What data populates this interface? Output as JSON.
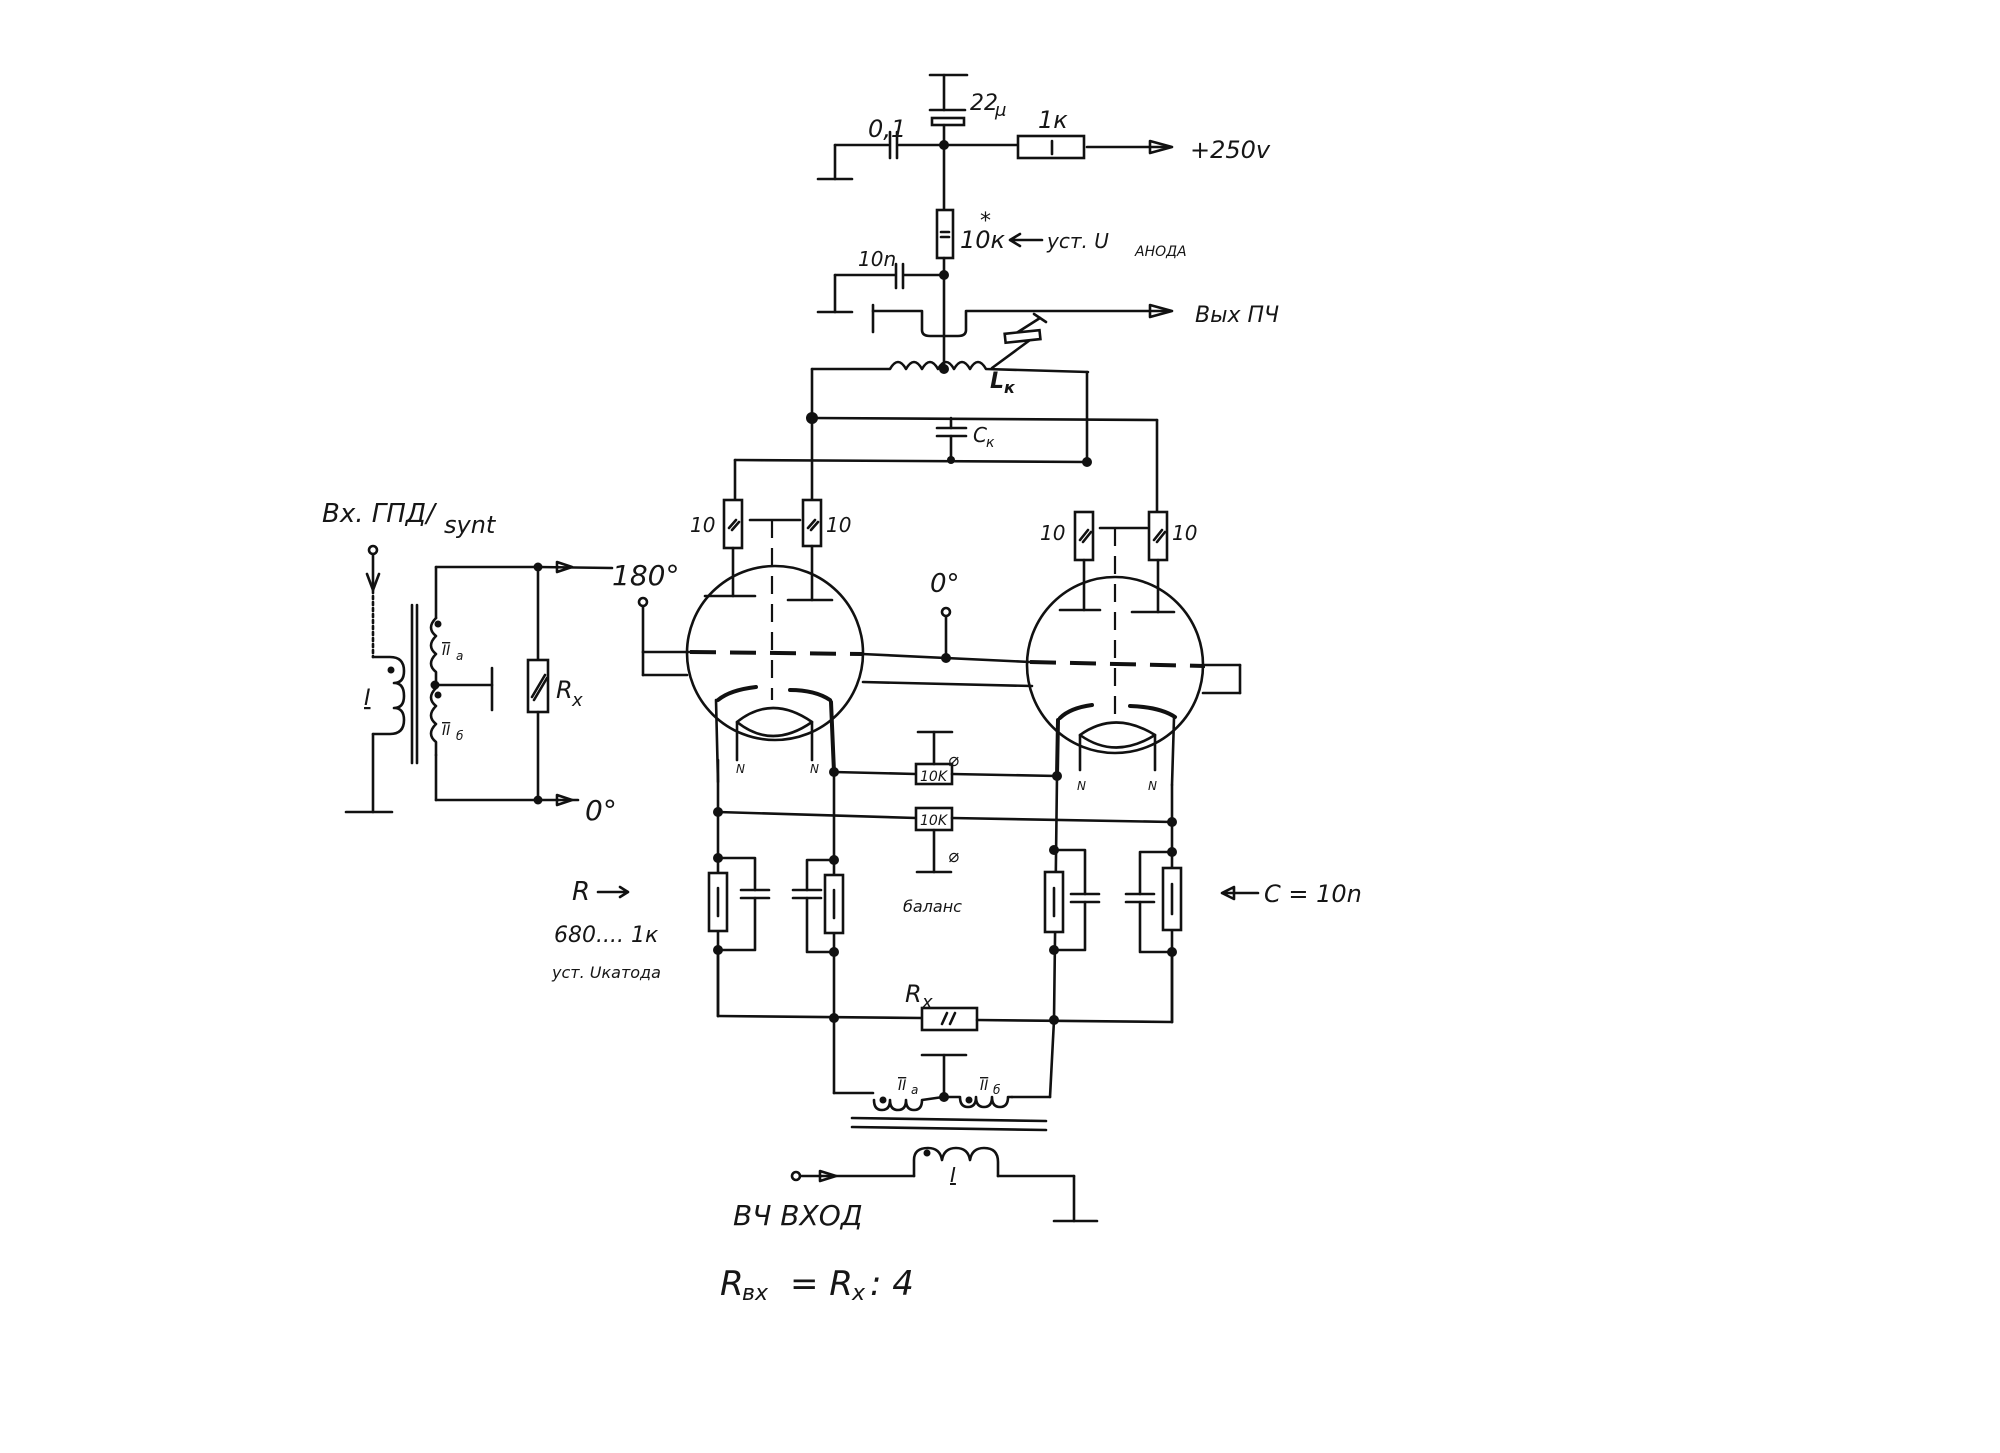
{
  "diagram": {
    "type": "schematic",
    "subject": "balanced triode-pair mixer",
    "labels": {
      "cap_01": "0,1",
      "cap_22": "22",
      "cap_22_unit": "μ",
      "res_1k": "1к",
      "supply": "+250v",
      "res_10k_star": "10к",
      "star": "*",
      "anode_adj": "уст. U",
      "anode_adj_sub": "АНОДА",
      "cap_10n_top": "10n",
      "if_out": "Вых ПЧ",
      "coil": "L",
      "coil_sub": "к",
      "cap_ck": "C",
      "cap_ck_sub": "к",
      "lo_input": "Вх. ГПД/",
      "lo_input_synt": "synt",
      "t1_primary": "I",
      "t1_sec_a": "II",
      "t1_sec_a_sub": "а",
      "t1_sec_b": "II",
      "t1_sec_b_sub": "б",
      "rx_left": "R",
      "rx_left_sub": "x",
      "phase_180": "180°",
      "phase_0_out": "0°",
      "phase_0_center": "0°",
      "grid_res_1": "10",
      "grid_res_2": "10",
      "grid_res_3": "10",
      "grid_res_4": "10",
      "heater_1": "N",
      "heater_2": "N",
      "heater_3": "N",
      "heater_4": "N",
      "bal_res_1": "10K",
      "bal_res_2": "10K",
      "balance": "баланс",
      "r_label": "R",
      "r_range": "680.... 1к",
      "cathode_adj": "уст. Uкатода",
      "c_label": "C = 10n",
      "rx_bottom": "R",
      "rx_bottom_sub": "x",
      "t2_sec_a": "II",
      "t2_sec_a_sub": "а",
      "t2_sec_b": "II",
      "t2_sec_b_sub": "б",
      "t2_primary": "I",
      "rf_input": "ВЧ ВХОД",
      "formula": "R",
      "formula_sub": "вх",
      "formula_rest": "= R",
      "formula_rest_sub": "x",
      "formula_end": ": 4"
    }
  }
}
